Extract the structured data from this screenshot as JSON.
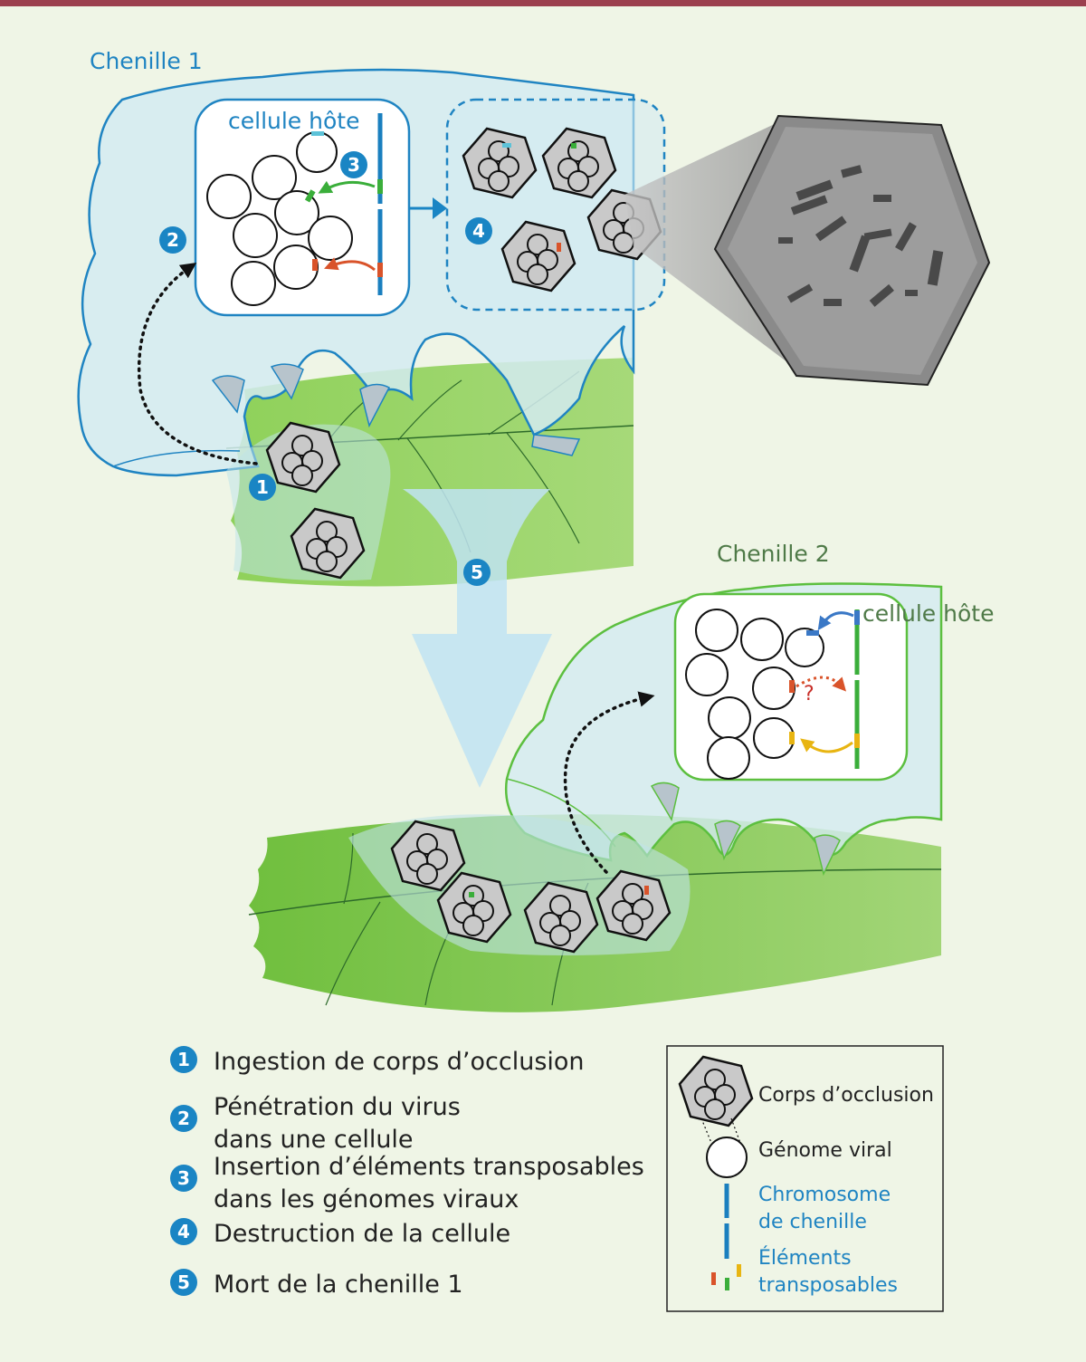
{
  "caterpillar1": {
    "title": "Chenille 1",
    "cell_label": "cellule hôte"
  },
  "caterpillar2": {
    "title": "Chenille 2",
    "cell_label": "cellule hôte"
  },
  "question_mark": "?",
  "steps": [
    {
      "number": "1",
      "text": "Ingestion de corps d’occlusion"
    },
    {
      "number": "2",
      "text": "Pénétration du virus dans une cellule"
    },
    {
      "number": "3",
      "text": "Insertion d’éléments transposables dans les génomes viraux"
    },
    {
      "number": "4",
      "text": "Destruction de la cellule"
    },
    {
      "number": "5",
      "text": "Mort de la chenille 1"
    }
  ],
  "key": {
    "occlusion_body": "Corps d’occlusion",
    "viral_genome": "Génome viral",
    "chromosome": "Chromosome de chenille",
    "transposable_elements": "Éléments transposables"
  },
  "colors": {
    "top_bar": "#9b3f4e",
    "background": "#eff5e6",
    "caterpillar1_outline": "#1f84c2",
    "caterpillar2_outline": "#5cbf3f",
    "step_badge": "#1a85c4",
    "leaf": "#7ec44d",
    "te_green": "#3aae3a",
    "te_red": "#d9532a",
    "te_yellow": "#e8b512",
    "te_blue": "#3a78c6",
    "te_cyan": "#5cc2d8"
  }
}
